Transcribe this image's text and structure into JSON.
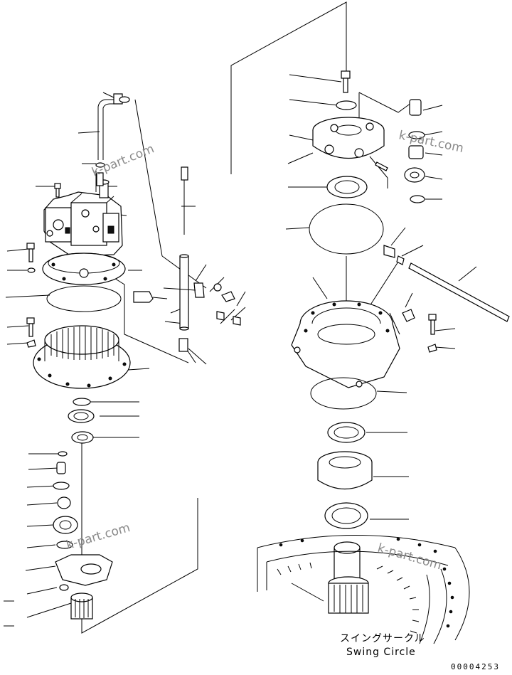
{
  "watermarks": [
    "k-part.com",
    "k-part.com",
    "k-part.com",
    "k-part.com"
  ],
  "caption": {
    "japanese": "スイングサークル",
    "english": "Swing Circle"
  },
  "drawing_number": "00004253",
  "colors": {
    "line": "#000000",
    "background": "#ffffff",
    "watermark": "#8a8a8a"
  }
}
